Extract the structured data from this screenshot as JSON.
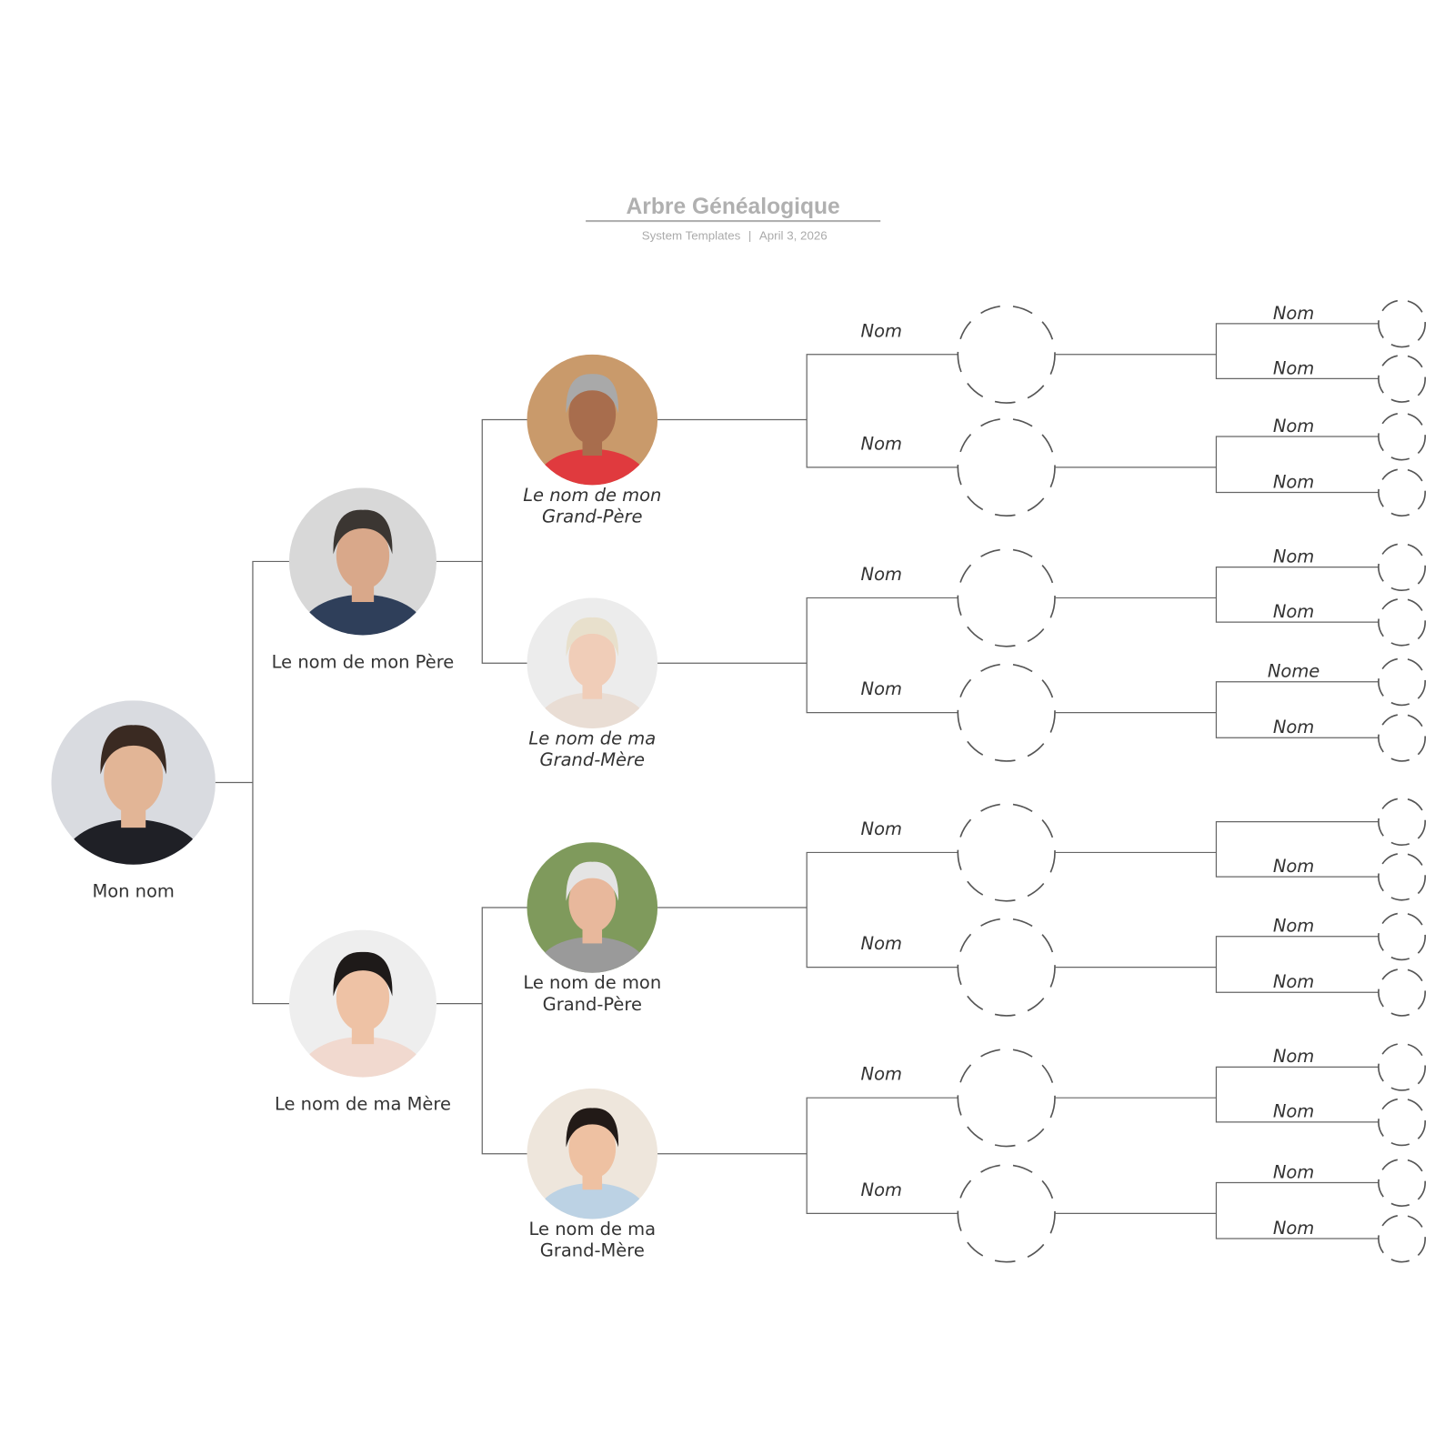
{
  "header": {
    "title": "Arbre Généalogique",
    "source": "System Templates",
    "separator": "|",
    "date": "April 3, 2026"
  },
  "colors": {
    "line": "#666666",
    "text": "#333333",
    "title": "#b0b0b0"
  },
  "me": {
    "label": "Mon nom",
    "photo": {
      "bg": "#d9dbe0",
      "skin": "#e2b596",
      "hair": "#3a2a22",
      "shirt": "#1f2026"
    }
  },
  "parents": [
    {
      "label": "Le nom de mon Père",
      "photo": {
        "bg": "#d8d8d8",
        "skin": "#d9a88a",
        "hair": "#3b3632",
        "shirt": "#2f3f5a"
      }
    },
    {
      "label": "Le nom de ma Mère",
      "photo": {
        "bg": "#eeeeee",
        "skin": "#eec2a5",
        "hair": "#1e1a19",
        "shirt": "#f1d9cf"
      }
    }
  ],
  "grandparents": [
    {
      "line1": "Le nom de mon",
      "line2": "Grand-Père",
      "italic": true,
      "photo": {
        "bg": "#c99a6b",
        "skin": "#a86d4d",
        "hair": "#a9a9a9",
        "shirt": "#e03a3e"
      }
    },
    {
      "line1": "Le nom de ma",
      "line2": "Grand-Mère",
      "italic": true,
      "photo": {
        "bg": "#ececec",
        "skin": "#f0cdb8",
        "hair": "#e8e0cc",
        "shirt": "#e9ddd4"
      }
    },
    {
      "line1": "Le nom de mon",
      "line2": "Grand-Père",
      "italic": false,
      "photo": {
        "bg": "#7f9a5c",
        "skin": "#e8b89c",
        "hair": "#e4e4e4",
        "shirt": "#9a9a9a"
      }
    },
    {
      "line1": "Le nom de ma",
      "line2": "Grand-Mère",
      "italic": false,
      "photo": {
        "bg": "#eee6dc",
        "skin": "#eec1a2",
        "hair": "#221a17",
        "shirt": "#bcd2e4"
      }
    }
  ],
  "great_grandparents": [
    "Nom",
    "Nom",
    "Nom",
    "Nom",
    "Nom",
    "Nom",
    "Nom",
    "Nom"
  ],
  "great_great_grandparents": [
    "Nom",
    "Nom",
    "Nom",
    "Nom",
    "Nom",
    "Nom",
    "Nome",
    "Nom",
    "",
    "Nom",
    "Nom",
    "Nom",
    "Nom",
    "Nom",
    "Nom",
    "Nom"
  ]
}
